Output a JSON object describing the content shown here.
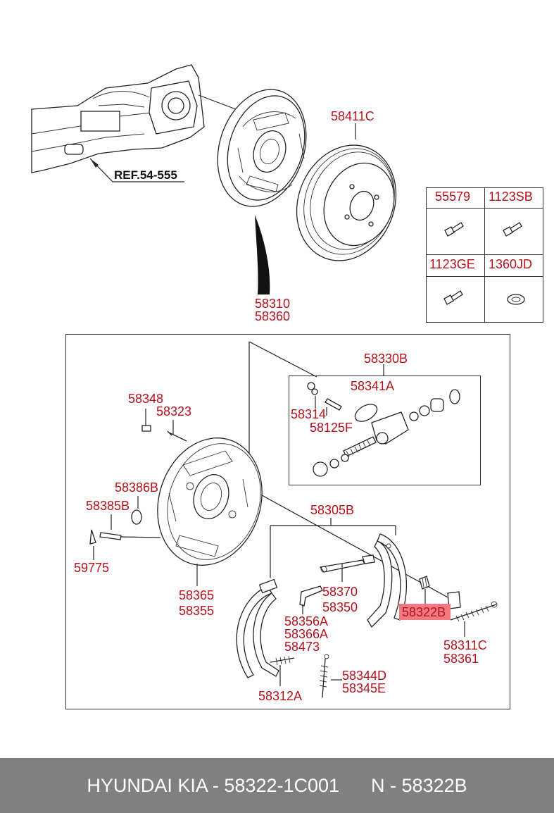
{
  "labels": {
    "ref": "REF.54-555",
    "drum": "58411C",
    "assy_a": "58310",
    "assy_b": "58360",
    "table_h1": "55579",
    "table_h2": "1123SB",
    "table_h3": "1123GE",
    "table_h4": "1360JD",
    "cyl_group": "58330B",
    "seal": "58341A",
    "bleeder_cap": "58314",
    "bleeder": "58125F",
    "pin": "58348",
    "pin2": "58323",
    "plug": "58386B",
    "plug2": "58385B",
    "clip": "59775",
    "plate_a": "58365",
    "plate_b": "58355",
    "shoe_group": "58305B",
    "lever_a": "58370",
    "lever_b": "58350",
    "adjuster": "58322B",
    "spring_a": "58356A",
    "spring_b": "58366A",
    "spring_c": "58473",
    "spring_upper_a": "58311C",
    "spring_upper_b": "58361",
    "spring_lower_a": "58344D",
    "spring_lower_b": "58345E",
    "spring_small": "58312A"
  },
  "highlight_color": "#f07a80",
  "label_color": "#b5121b",
  "footer": {
    "text": "HYUNDAI KIA - 58322-1C001      N - 58322B"
  }
}
